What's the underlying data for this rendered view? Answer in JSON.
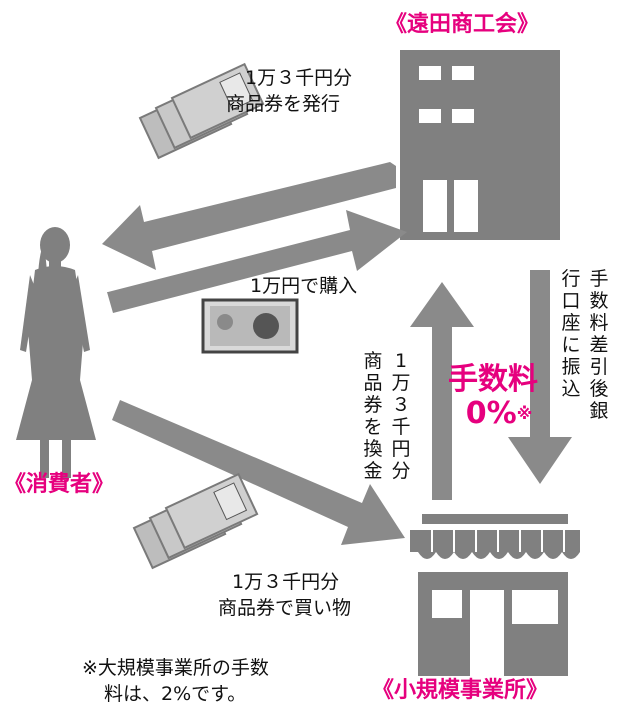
{
  "labels": {
    "commerce_association": "《遠田商工会》",
    "consumer": "《消費者》",
    "small_business": "《小規模事業所》"
  },
  "flows": {
    "issue_line1": "1万３千円分",
    "issue_line2": "商品券を発行",
    "purchase": "1万円で購入",
    "exchange_vertical": "1万３千円分商品券を換金",
    "transfer_vertical": "手数料差引後銀行口座に振込",
    "shop_line1": "1万３千円分",
    "shop_line2": "商品券で買い物"
  },
  "fee": {
    "label": "手数料",
    "value": "0%",
    "mark": "※"
  },
  "footnote": {
    "line1": "※大規模事業所の手数",
    "line2": "料は、2%です。"
  },
  "colors": {
    "arrow": "#8a8a8a",
    "building": "#808080",
    "accent": "#e6007e"
  }
}
